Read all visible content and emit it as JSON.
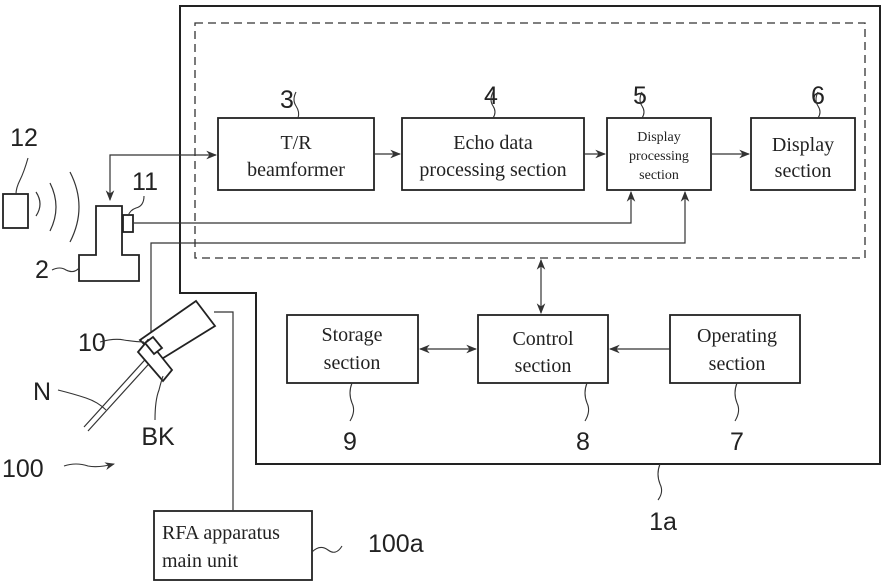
{
  "diagram": {
    "type": "block-diagram",
    "blocks": [
      {
        "id": "3",
        "ref": "3",
        "lines": [
          "T/R",
          "beamformer"
        ]
      },
      {
        "id": "4",
        "ref": "4",
        "lines": [
          "Echo data",
          "processing section"
        ]
      },
      {
        "id": "5",
        "ref": "5",
        "lines": [
          "Display",
          "processing",
          "section"
        ]
      },
      {
        "id": "6",
        "ref": "6",
        "lines": [
          "Display",
          "section"
        ]
      },
      {
        "id": "9",
        "ref": "9",
        "lines": [
          "Storage",
          "section"
        ]
      },
      {
        "id": "8",
        "ref": "8",
        "lines": [
          "Control",
          "section"
        ]
      },
      {
        "id": "7",
        "ref": "7",
        "lines": [
          "Operating",
          "section"
        ]
      },
      {
        "id": "100a",
        "ref": "100a",
        "lines": [
          "RFA apparatus",
          "main unit"
        ]
      }
    ],
    "refs": {
      "probe": "2",
      "sensor": "11",
      "transmitter": "12",
      "needle_attachment": "10",
      "needle": "N",
      "bracket": "BK",
      "system": "100",
      "apparatus_body": "1a"
    },
    "connections": [
      {
        "from": "3",
        "to": "2",
        "kind": "bidirectional"
      },
      {
        "from": "3",
        "to": "4",
        "kind": "arrow"
      },
      {
        "from": "4",
        "to": "5",
        "kind": "arrow"
      },
      {
        "from": "5",
        "to": "6",
        "kind": "arrow"
      },
      {
        "from": "11",
        "to": "5",
        "kind": "arrow"
      },
      {
        "from": "10",
        "to": "5",
        "kind": "arrow"
      },
      {
        "from": "8",
        "to": "processing-group",
        "kind": "bidirectional"
      },
      {
        "from": "9",
        "to": "8",
        "kind": "bidirectional"
      },
      {
        "from": "7",
        "to": "8",
        "kind": "arrow"
      },
      {
        "from": "needle",
        "to": "100a",
        "kind": "line"
      }
    ]
  }
}
